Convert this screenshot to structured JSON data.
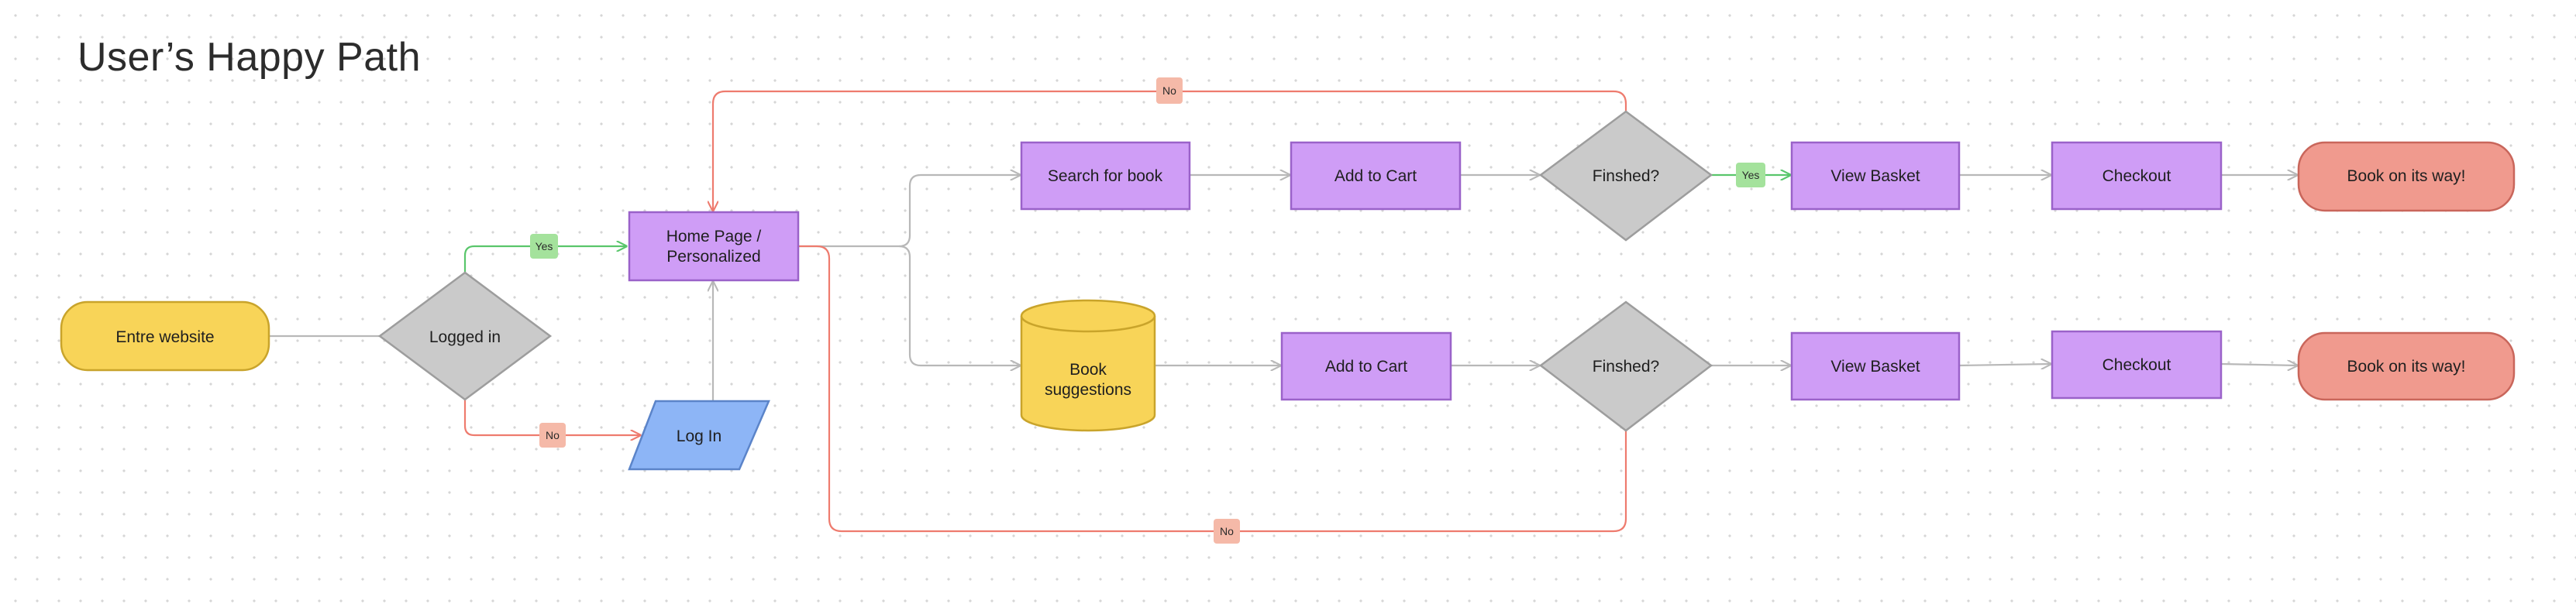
{
  "title": "User’s Happy Path",
  "colors": {
    "terminal_start": "#f8d458",
    "terminal_end": "#f09a8e",
    "process": "#cf9df6",
    "decision": "#cacaca",
    "io": "#8db5f6",
    "database": "#f8d458",
    "edge_default": "#b8b8b8",
    "edge_yes": "#59c66b",
    "edge_no": "#ee7b6e",
    "tag_yes": "#a4e29c",
    "tag_no": "#f5b9a8"
  },
  "nodes": {
    "start": "Entre website",
    "logged_in": "Logged in",
    "login": "Log In",
    "home": [
      "Home Page /",
      "Personalized"
    ],
    "search": "Search for book",
    "add_cart_top": "Add to Cart",
    "finished_top": "Finshed?",
    "basket_top": "View Basket",
    "checkout_top": "Checkout",
    "end_top": "Book on its way!",
    "suggestions": [
      "Book",
      "suggestions"
    ],
    "add_cart_bottom": "Add to Cart",
    "finished_bottom": "Finshed?",
    "basket_bottom": "View Basket",
    "checkout_bottom": "Checkout",
    "end_bottom": "Book on its way!"
  },
  "edge_labels": {
    "logged_yes": "Yes",
    "logged_no": "No",
    "finished_top_yes": "Yes",
    "finished_top_no": "No",
    "finished_bottom_no": "No"
  }
}
